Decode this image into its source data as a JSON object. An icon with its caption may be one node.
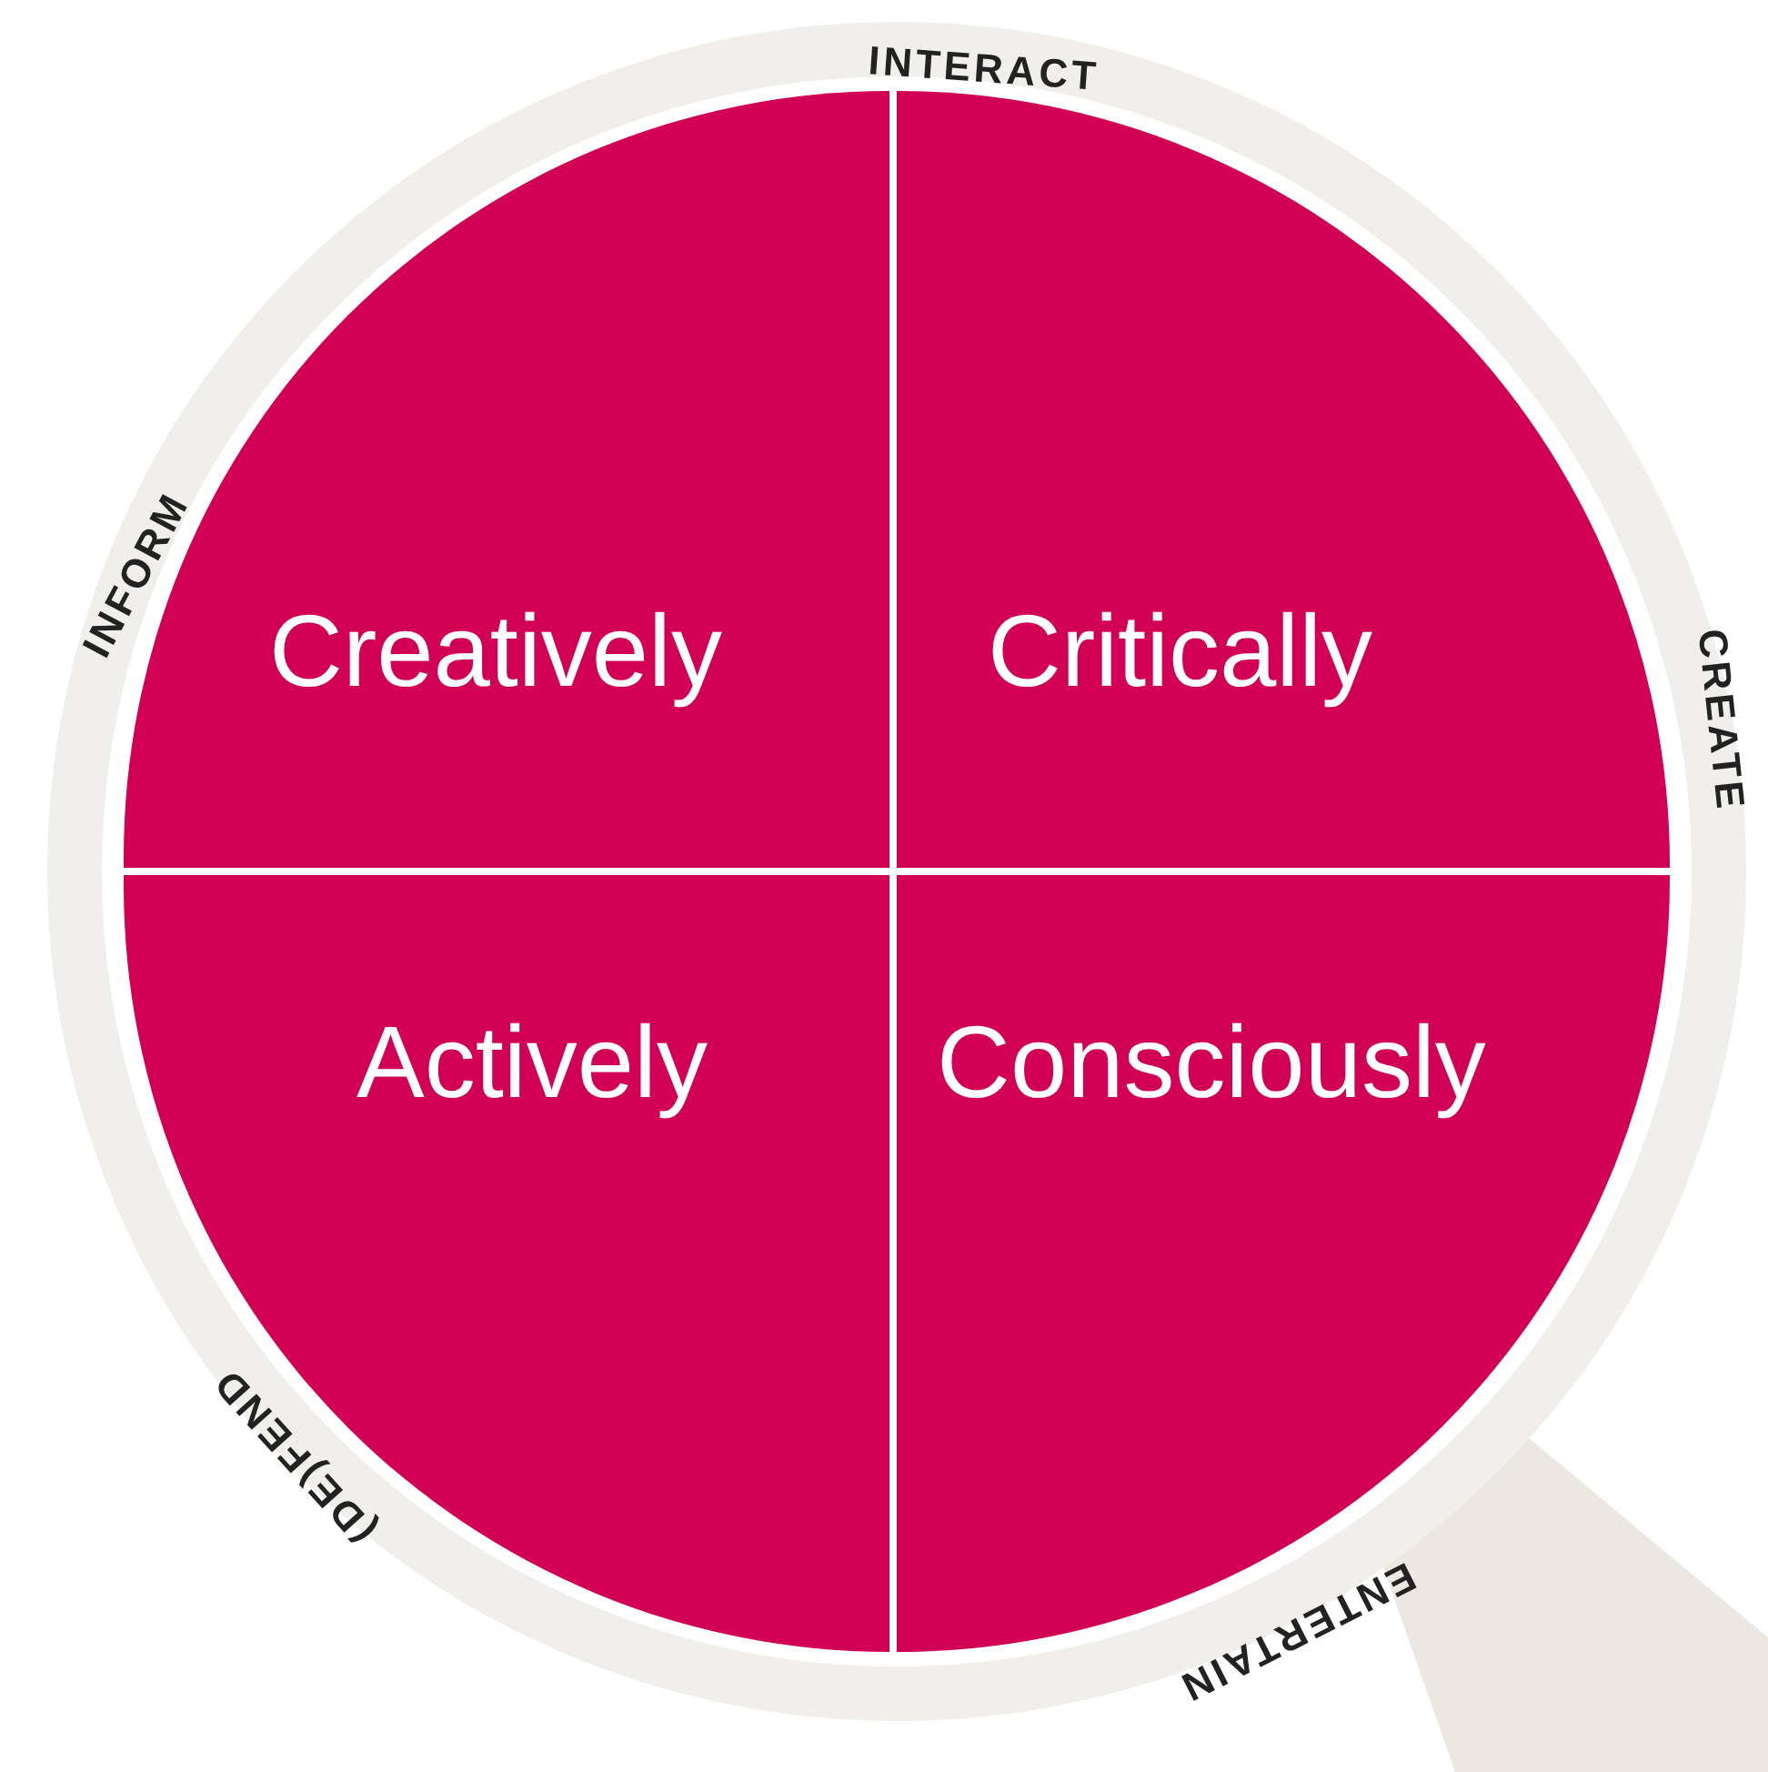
{
  "diagram": {
    "nodes": [
      {
        "text": [
          "Creatively"
        ]
      },
      {
        "text": [
          "Critically"
        ]
      },
      {
        "text": [
          "Actively"
        ]
      },
      {
        "text": [
          "Consciously"
        ]
      }
    ],
    "labels": [
      "INTERACT",
      "INFORM",
      "CREATE",
      "(DE)FEND",
      "ENTERTAIN"
    ]
  }
}
